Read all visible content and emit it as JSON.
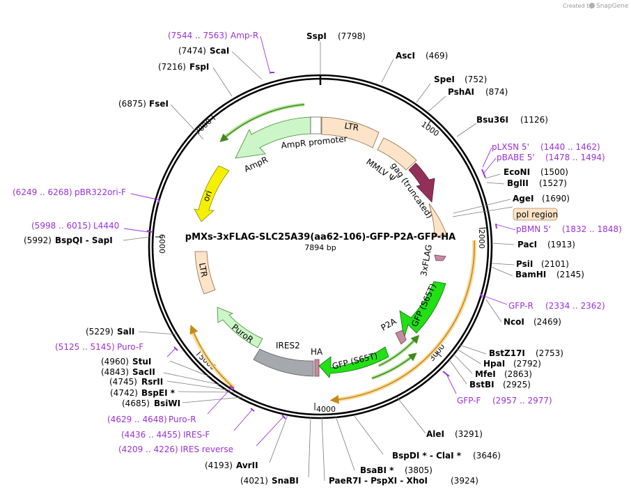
{
  "header": {
    "credit_prefix": "Created by",
    "credit_brand": "SnapGene"
  },
  "plasmid": {
    "name": "pMXs-3xFLAG-SLC25A39(aa62-106)-GFP-P2A-GFP-HA",
    "length_label": "7894 bp"
  },
  "ticks": [
    "1000",
    "2000",
    "3000",
    "4000",
    "5000",
    "6000",
    "7000"
  ],
  "features": {
    "ltr_right": "LTR",
    "ampr_promoter": "AmpR promoter",
    "mmlv": "MMLV Ψ",
    "gag": "gag (truncated)",
    "pol_region": "pol region",
    "flag": "3xFLAG",
    "gfp1": "GFP (S65T)",
    "p2a": "P2A",
    "gfp2": "GFP (S65T)",
    "ha": "HA",
    "ires2": "IRES2",
    "puror": "PuroR",
    "ltr_left": "LTR",
    "ori": "ori",
    "ampr": "AmpR"
  },
  "enzymes": {
    "sspi": {
      "name": "SspI",
      "pos": "(7798)"
    },
    "asci": {
      "name": "AscI",
      "pos": "(469)"
    },
    "spei": {
      "name": "SpeI",
      "pos": "(752)"
    },
    "pshai": {
      "name": "PshAI",
      "pos": "(874)"
    },
    "bsu36i": {
      "name": "Bsu36I",
      "pos": "(1126)"
    },
    "econi": {
      "name": "EcoNI",
      "pos": "(1500)"
    },
    "bglii": {
      "name": "BglII",
      "pos": "(1527)"
    },
    "agei": {
      "name": "AgeI",
      "pos": "(1690)"
    },
    "paci": {
      "name": "PacI",
      "pos": "(1913)"
    },
    "psii": {
      "name": "PsiI",
      "pos": "(2101)"
    },
    "bamhi": {
      "name": "BamHI",
      "pos": "(2145)"
    },
    "ncoi": {
      "name": "NcoI",
      "pos": "(2469)"
    },
    "bstz17i": {
      "name": "BstZ17I",
      "pos": "(2753)"
    },
    "hpai": {
      "name": "HpaI",
      "pos": "(2792)"
    },
    "mfei": {
      "name": "MfeI",
      "pos": "(2863)"
    },
    "bstbi": {
      "name": "BstBI",
      "pos": "(2925)"
    },
    "alei": {
      "name": "AleI",
      "pos": "(3291)"
    },
    "bspdi": {
      "name": "BspDI *  -  ClaI *",
      "pos": "(3646)"
    },
    "bsabi": {
      "name": "BsaBI *",
      "pos": "(3805)"
    },
    "paer7i": {
      "name": "PaeR7I  -  PspXI  -  XhoI",
      "pos": "(3924)"
    },
    "snabi": {
      "name": "SnaBI",
      "pos": "(4021)"
    },
    "avrii": {
      "name": "AvrII",
      "pos": "(4193)"
    },
    "bsiwi": {
      "name": "BsiWI",
      "pos": "(4685)"
    },
    "bspei": {
      "name": "BspEI *",
      "pos": "(4742)"
    },
    "rsrii": {
      "name": "RsrII",
      "pos": "(4745)"
    },
    "sacii": {
      "name": "SacII",
      "pos": "(4843)"
    },
    "stui": {
      "name": "StuI",
      "pos": "(4960)"
    },
    "sali": {
      "name": "SalI",
      "pos": "(5229)"
    },
    "bspqi": {
      "name": "BspQI  -  SapI",
      "pos": "(5992)"
    },
    "fsei": {
      "name": "FseI",
      "pos": "(6875)"
    },
    "fspi": {
      "name": "FspI",
      "pos": "(7216)"
    },
    "scai": {
      "name": "ScaI",
      "pos": "(7474)"
    }
  },
  "primers": {
    "ampr_p": {
      "range": "(7544 .. 7563)",
      "name": "Amp-R"
    },
    "plxsn": {
      "name": "pLXSN 5'",
      "range": "(1440 .. 1462)"
    },
    "pbabe": {
      "name": "pBABE 5'",
      "range": "(1478 .. 1494)"
    },
    "pbmn": {
      "name": "pBMN 5'",
      "range": "(1832 .. 1848)"
    },
    "gfpr": {
      "name": "GFP-R",
      "range": "(2334 .. 2362)"
    },
    "gfpf": {
      "name": "GFP-F",
      "range": "(2957 .. 2977)"
    },
    "puror_p": {
      "range": "(4629 .. 4648)",
      "name": "Puro-R"
    },
    "iresf": {
      "range": "(4436 .. 4455)",
      "name": "IRES-F"
    },
    "iresrev": {
      "range": "(4209 .. 4226)",
      "name": "IRES reverse"
    },
    "purof": {
      "range": "(5125 .. 5145)",
      "name": "Puro-F"
    },
    "pbr322": {
      "range": "(6249 .. 6268)",
      "name": "pBR322ori-F"
    },
    "l4440": {
      "range": "(5998 .. 6015)",
      "name": "L4440"
    }
  },
  "colors": {
    "ltr": "#fde3c8",
    "gag": "#93305a",
    "flag": "#c88aa0",
    "gfp": "#22e016",
    "p2a": "#c88aa0",
    "ires": "#a5a8ad",
    "puror": "#ccf5c8",
    "ori": "#f5f000",
    "ampr": "#ccf5c8",
    "primer": "#9b30d9",
    "orf_orange": "#e4b85a",
    "orf_green": "#5ba62e"
  }
}
